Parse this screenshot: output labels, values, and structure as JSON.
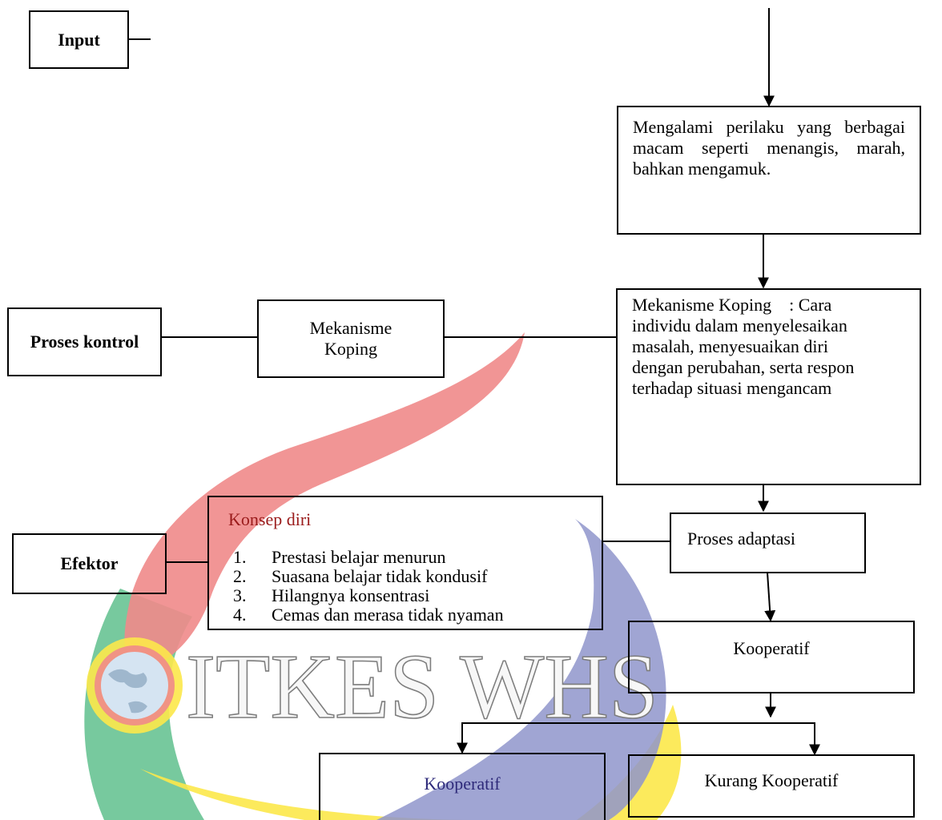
{
  "labels": {
    "input": "Input",
    "process_control": "Proses kontrol",
    "effector": "Efektor"
  },
  "nodes": {
    "behavior": "Mengalami perilaku yang berbagai macam seperti menangis, marah, bahkan mengamuk.",
    "coping_short": "Mekanisme Koping",
    "coping_detail": "Mekanisme Koping    : Cara individu dalam menyelesaikan masalah, menyesuaikan diri dengan perubahan, serta respon terhadap situasi mengancam",
    "self_concept": {
      "title": "Konsep diri",
      "items": [
        {
          "num": "1.",
          "text": "Prestasi belajar menurun"
        },
        {
          "num": "2.",
          "text": "Suasana belajar tidak kondusif"
        },
        {
          "num": "3.",
          "text": "Hilangnya konsentrasi"
        },
        {
          "num": "4.",
          "text": "Cemas dan merasa tidak nyaman"
        }
      ]
    },
    "adaptation": "Proses adaptasi",
    "cooperative": "Kooperatif",
    "cooperative_left": "Kooperatif",
    "less_cooperative": "Kurang Kooperatif"
  },
  "watermark": {
    "text": "ITKES WHS",
    "colors": {
      "red": "#f08a8a",
      "blue": "#8f95cb",
      "green": "#5fc08d",
      "yellow": "#fce84a",
      "outline": "#7d7d7d"
    }
  }
}
